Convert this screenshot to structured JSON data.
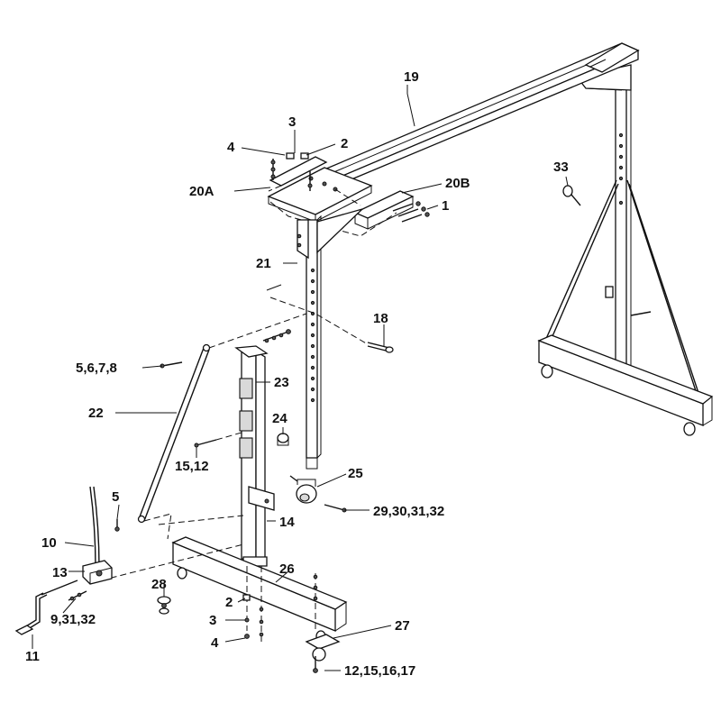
{
  "callouts": {
    "c1": "1",
    "c2_top": "2",
    "c3_top": "3",
    "c4_top": "4",
    "c5": "5",
    "c5678": "5,6,7,8",
    "c9": "9,31,32",
    "c10": "10",
    "c11": "11",
    "c12": "12,15,16,17",
    "c13": "13",
    "c14": "14",
    "c1512": "15,12",
    "c18": "18",
    "c19": "19",
    "c20a": "20A",
    "c20b": "20B",
    "c21": "21",
    "c22": "22",
    "c23": "23",
    "c24": "24",
    "c25": "25",
    "c26": "26",
    "c27": "27",
    "c28": "28",
    "c29": "29,30,31,32",
    "c33": "33",
    "c2_bot": "2",
    "c3_bot": "3",
    "c4_bot": "4"
  },
  "colors": {
    "line": "#111111",
    "shade": "#d9d9d9",
    "background": "#ffffff"
  }
}
